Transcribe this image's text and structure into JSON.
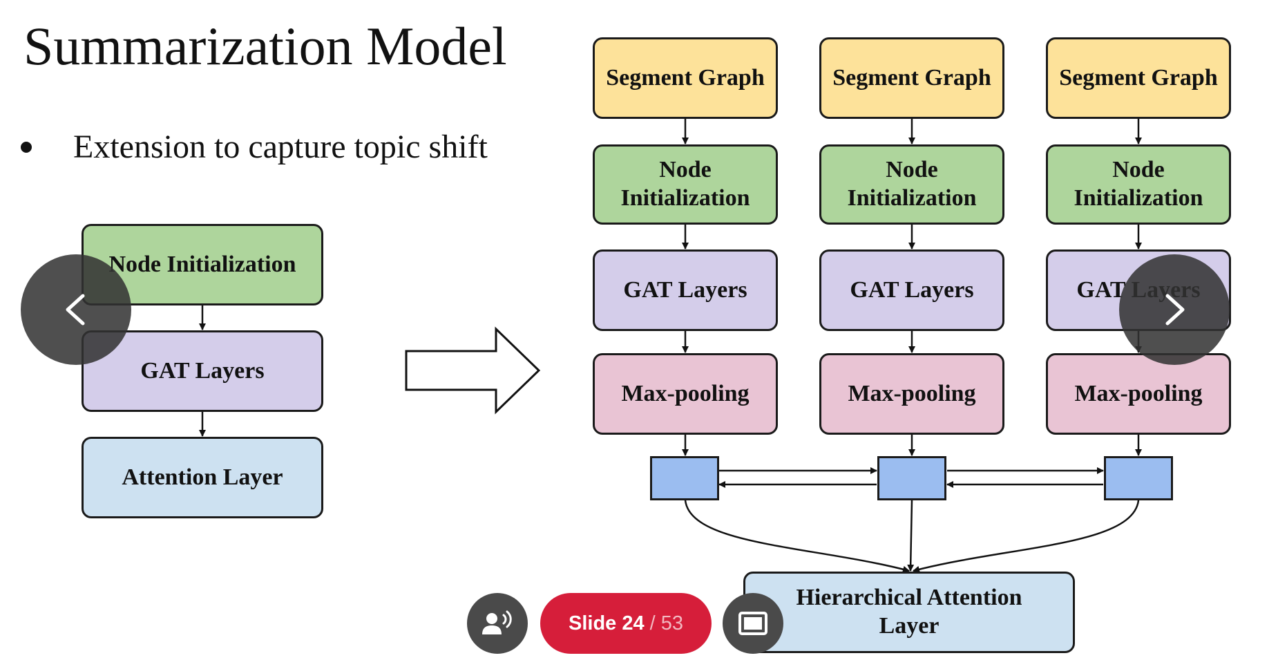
{
  "slide": {
    "title": "Summarization Model",
    "bullet": "Extension to capture topic shift"
  },
  "left_diagram": {
    "node_initialization": "Node Initialization",
    "gat_layers": "GAT Layers",
    "attention_layer": "Attention Layer"
  },
  "right_diagram": {
    "columns": [
      {
        "segment_graph": "Segment Graph",
        "node_initialization": "Node Initialization",
        "gat_layers": "GAT Layers",
        "max_pooling": "Max-pooling"
      },
      {
        "segment_graph": "Segment Graph",
        "node_initialization": "Node Initialization",
        "gat_layers": "GAT Layers",
        "max_pooling": "Max-pooling"
      },
      {
        "segment_graph": "Segment Graph",
        "node_initialization": "Node Initialization",
        "gat_layers": "GAT Layers",
        "max_pooling": "Max-pooling"
      }
    ],
    "hierarchical_attention": "Hierarchical Attention Layer"
  },
  "controls": {
    "prev_icon": "chevron-left-icon",
    "next_icon": "chevron-right-icon",
    "speaker_icon": "speaker-notes-icon",
    "fullscreen_icon": "present-screen-icon",
    "slide_label": "Slide 24",
    "slide_separator": "/",
    "slide_total": "53",
    "accent_color": "#d61e3a"
  }
}
